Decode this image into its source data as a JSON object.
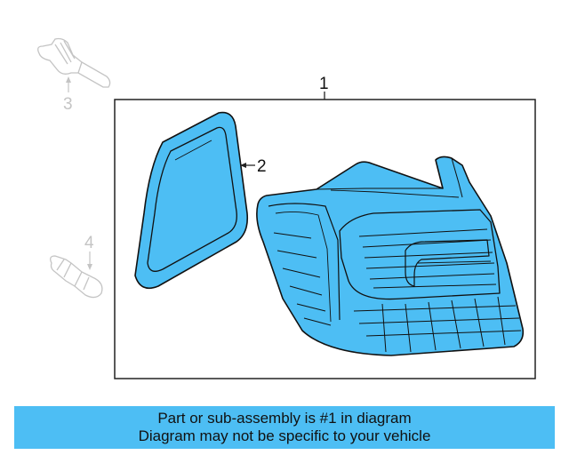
{
  "diagram": {
    "callouts": [
      {
        "id": "1",
        "label": "1"
      },
      {
        "id": "2",
        "label": "2"
      },
      {
        "id": "3",
        "label": "3"
      },
      {
        "id": "4",
        "label": "4"
      }
    ],
    "colors": {
      "part_fill": "#4dbef4",
      "line": "#111111",
      "ghost_line": "#c4c4c4",
      "frame": "#222222"
    }
  },
  "banner": {
    "line1": "Part or sub-assembly is #1 in diagram",
    "line2": "Diagram may not be specific to your vehicle",
    "color": "#4dbef4"
  }
}
